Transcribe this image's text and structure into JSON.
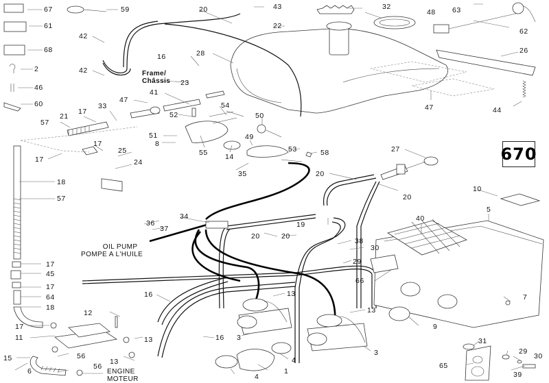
{
  "diagram": {
    "title": "Fuel system / carburetors parts diagram",
    "model_code": "670",
    "notes": {
      "frame_en": "Frame/",
      "frame_fr": "Châssis",
      "oil_pump_en": "OIL PUMP",
      "oil_pump_fr": "POMPE A L'HUILE",
      "engine_en": "ENGINE",
      "engine_fr": "MOTEUR"
    },
    "callouts": [
      {
        "id": "c67",
        "label": "67"
      },
      {
        "id": "c61",
        "label": "61"
      },
      {
        "id": "c68",
        "label": "68"
      },
      {
        "id": "c2",
        "label": "2"
      },
      {
        "id": "c46",
        "label": "46"
      },
      {
        "id": "c60",
        "label": "60"
      },
      {
        "id": "c59",
        "label": "59"
      },
      {
        "id": "c42a",
        "label": "42"
      },
      {
        "id": "c42b",
        "label": "42"
      },
      {
        "id": "c20a",
        "label": "20"
      },
      {
        "id": "c43",
        "label": "43"
      },
      {
        "id": "c22",
        "label": "22"
      },
      {
        "id": "c16a",
        "label": "16"
      },
      {
        "id": "c28",
        "label": "28"
      },
      {
        "id": "c23",
        "label": "23"
      },
      {
        "id": "c41",
        "label": "41"
      },
      {
        "id": "c47a",
        "label": "47"
      },
      {
        "id": "c33",
        "label": "33"
      },
      {
        "id": "c17a",
        "label": "17"
      },
      {
        "id": "c21",
        "label": "21"
      },
      {
        "id": "c57a",
        "label": "57"
      },
      {
        "id": "c17b",
        "label": "17"
      },
      {
        "id": "c17c",
        "label": "17"
      },
      {
        "id": "c25",
        "label": "25"
      },
      {
        "id": "c24",
        "label": "24"
      },
      {
        "id": "c52",
        "label": "52"
      },
      {
        "id": "c54",
        "label": "54"
      },
      {
        "id": "c50",
        "label": "50"
      },
      {
        "id": "c51",
        "label": "51"
      },
      {
        "id": "c8",
        "label": "8"
      },
      {
        "id": "c55",
        "label": "55"
      },
      {
        "id": "c14",
        "label": "14"
      },
      {
        "id": "c49",
        "label": "49"
      },
      {
        "id": "c53",
        "label": "53"
      },
      {
        "id": "c58",
        "label": "58"
      },
      {
        "id": "c35",
        "label": "35"
      },
      {
        "id": "c32",
        "label": "32"
      },
      {
        "id": "c48",
        "label": "48"
      },
      {
        "id": "c63",
        "label": "63"
      },
      {
        "id": "c62",
        "label": "62"
      },
      {
        "id": "c26",
        "label": "26"
      },
      {
        "id": "c47b",
        "label": "47"
      },
      {
        "id": "c44",
        "label": "44"
      },
      {
        "id": "c27",
        "label": "27"
      },
      {
        "id": "c20b",
        "label": "20"
      },
      {
        "id": "c20c",
        "label": "20"
      },
      {
        "id": "c10",
        "label": "10"
      },
      {
        "id": "c5",
        "label": "5"
      },
      {
        "id": "c40",
        "label": "40"
      },
      {
        "id": "c18a",
        "label": "18"
      },
      {
        "id": "c57b",
        "label": "57"
      },
      {
        "id": "c34",
        "label": "34"
      },
      {
        "id": "c36",
        "label": "36"
      },
      {
        "id": "c37",
        "label": "37"
      },
      {
        "id": "c19",
        "label": "19"
      },
      {
        "id": "c20d",
        "label": "20"
      },
      {
        "id": "c20e",
        "label": "20"
      },
      {
        "id": "c38",
        "label": "38"
      },
      {
        "id": "c30a",
        "label": "30"
      },
      {
        "id": "c29a",
        "label": "29"
      },
      {
        "id": "c66",
        "label": "66"
      },
      {
        "id": "c17d",
        "label": "17"
      },
      {
        "id": "c45",
        "label": "45"
      },
      {
        "id": "c17e",
        "label": "17"
      },
      {
        "id": "c64",
        "label": "64"
      },
      {
        "id": "c18b",
        "label": "18"
      },
      {
        "id": "c16b",
        "label": "16"
      },
      {
        "id": "c13a",
        "label": "13"
      },
      {
        "id": "c13b",
        "label": "13"
      },
      {
        "id": "c7",
        "label": "7"
      },
      {
        "id": "c12",
        "label": "12"
      },
      {
        "id": "c17f",
        "label": "17"
      },
      {
        "id": "c11",
        "label": "11"
      },
      {
        "id": "c13c",
        "label": "13"
      },
      {
        "id": "c13d",
        "label": "13"
      },
      {
        "id": "c16c",
        "label": "16"
      },
      {
        "id": "c3a",
        "label": "3"
      },
      {
        "id": "c3b",
        "label": "3"
      },
      {
        "id": "c9",
        "label": "9"
      },
      {
        "id": "c15",
        "label": "15"
      },
      {
        "id": "c56a",
        "label": "56"
      },
      {
        "id": "c56b",
        "label": "56"
      },
      {
        "id": "c6",
        "label": "6"
      },
      {
        "id": "c4a",
        "label": "4"
      },
      {
        "id": "c4b",
        "label": "4"
      },
      {
        "id": "c1",
        "label": "1"
      },
      {
        "id": "c31",
        "label": "31"
      },
      {
        "id": "c65",
        "label": "65"
      },
      {
        "id": "c29b",
        "label": "29"
      },
      {
        "id": "c30b",
        "label": "30"
      },
      {
        "id": "c39",
        "label": "39"
      }
    ]
  }
}
